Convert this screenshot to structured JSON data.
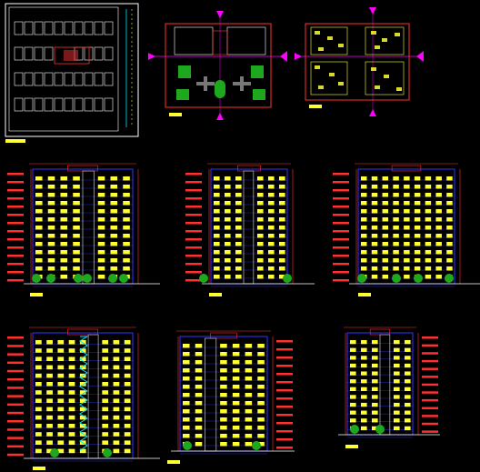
{
  "drawing": {
    "background_color": "#000000",
    "colors": {
      "building_outline": "#3333ff",
      "dimension": "#ff3030",
      "window": "#ffff33",
      "label_tag": "#ffff33",
      "stair": "#00e5ff",
      "tree": "#1ea81e",
      "section_mark": "#ff00ff",
      "hatch": "#ff3030",
      "ground": "#ffffff"
    },
    "sheets": [
      {
        "key": "site_plan",
        "label": ""
      },
      {
        "key": "ground_floor_plan",
        "label": ""
      },
      {
        "key": "typical_floor_plan",
        "label": ""
      },
      {
        "key": "front_elevation",
        "label": ""
      },
      {
        "key": "side_elevation",
        "label": ""
      },
      {
        "key": "rear_elevation",
        "label": ""
      },
      {
        "key": "section_a",
        "label": ""
      },
      {
        "key": "section_b",
        "label": ""
      },
      {
        "key": "perspective_elevation",
        "label": ""
      }
    ]
  }
}
